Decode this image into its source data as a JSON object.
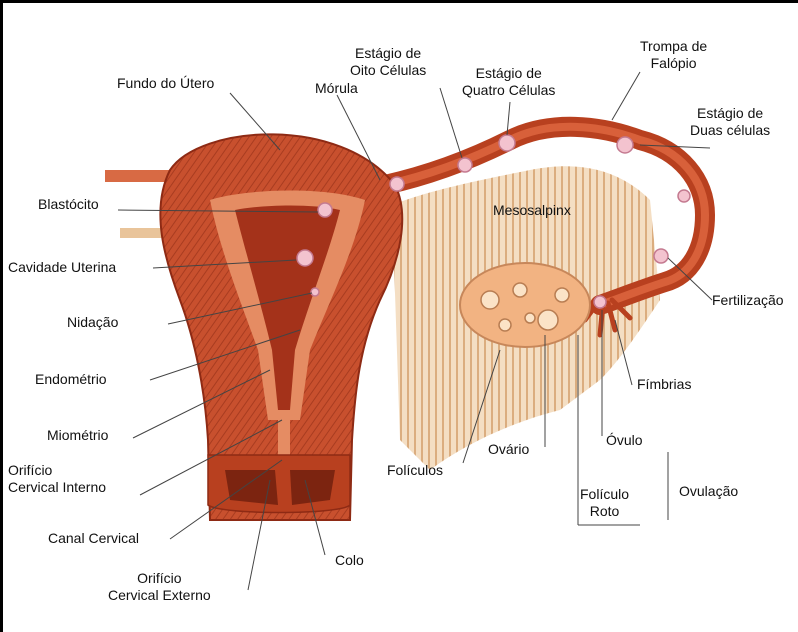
{
  "labels": {
    "fundo": "Fundo do Útero",
    "morula": "Mórula",
    "oito_l1": "Estágio de",
    "oito_l2": "Oito Células",
    "quatro_l1": "Estágio de",
    "quatro_l2": "Quatro Células",
    "trompa_l1": "Trompa de",
    "trompa_l2": "Falópio",
    "duas_l1": "Estágio de",
    "duas_l2": "Duas células",
    "blastocito": "Blastócito",
    "mesosalpinx": "Mesosalpinx",
    "cavidade": "Cavidade Uterina",
    "fertilizacao": "Fertilização",
    "nidacao": "Nidação",
    "endometrio": "Endométrio",
    "fimbrias": "Fímbrias",
    "miometrio": "Miométrio",
    "ovulo": "Óvulo",
    "orificio_int_l1": "Orifício",
    "orificio_int_l2": "Cervical Interno",
    "ovario": "Ovário",
    "foliculos": "Folículos",
    "ovulacao": "Ovulação",
    "foliculo_roto_l1": "Folículo",
    "foliculo_roto_l2": "Roto",
    "canal": "Canal Cervical",
    "colo": "Colo",
    "orificio_ext_l1": "Orifício",
    "orificio_ext_l2": "Cervical Externo"
  },
  "colors": {
    "muscle": "#c8502e",
    "muscle_dark": "#8e2a14",
    "endometrium": "#e58c63",
    "cavity": "#a4321a",
    "ligament": "#e9c49a",
    "ovary": "#f2b382",
    "embryo": "#f3c3cf",
    "line": "#444444"
  }
}
